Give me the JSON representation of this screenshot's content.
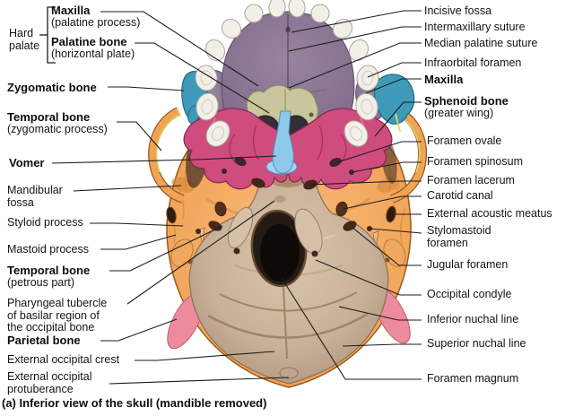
{
  "figure": {
    "caption": "(a) Inferior view of the skull (mandible removed)"
  },
  "labels": {
    "hard_palate_1": "Hard",
    "hard_palate_2": "palate",
    "maxilla_left": "Maxilla",
    "maxilla_left_sub": "(palatine process)",
    "palatine_bone": "Palatine bone",
    "palatine_bone_sub": "(horizontal plate)",
    "zygomatic_bone": "Zygomatic bone",
    "temporal_zyg": "Temporal bone",
    "temporal_zyg_sub": "(zygomatic process)",
    "vomer": "Vomer",
    "mandibular_1": "Mandibular",
    "mandibular_2": "fossa",
    "styloid": "Styloid process",
    "mastoid": "Mastoid process",
    "temporal_pet": "Temporal bone",
    "temporal_pet_sub": "(petrous part)",
    "pharyngeal_1": "Pharyngeal tubercle",
    "pharyngeal_2": "of basilar region of",
    "pharyngeal_3": "the occipital bone",
    "parietal": "Parietal bone",
    "eo_crest": "External occipital crest",
    "eop_1": "External occipital",
    "eop_2": "protuberance",
    "incisive": "Incisive fossa",
    "intermaxillary": "Intermaxillary suture",
    "median_palatine": "Median palatine suture",
    "infraorbital": "Infraorbital foramen",
    "maxilla_right": "Maxilla",
    "sphenoid": "Sphenoid bone",
    "sphenoid_sub": "(greater wing)",
    "f_ovale": "Foramen ovale",
    "f_spinosum": "Foramen spinosum",
    "f_lacerum": "Foramen lacerum",
    "carotid": "Carotid canal",
    "eam": "External acoustic meatus",
    "stylomastoid_1": "Stylomastoid",
    "stylomastoid_2": "foramen",
    "jugular": "Jugular foramen",
    "occipital_condyle": "Occipital condyle",
    "inf_nuchal": "Inferior nuchal line",
    "sup_nuchal": "Superior nuchal line",
    "f_magnum": "Foramen magnum"
  },
  "colors": {
    "maxilla_palate": "#867093",
    "palatine_bone": "#c8c69c",
    "zygomatic_bone": "#3e9ab8",
    "sphenoid_bone": "#cf4d7e",
    "vomer_bone": "#8ec9ea",
    "temporal_bone": "#f2a85c",
    "occipital_bone": "#c9b199",
    "parietal_bone": "#ec8b9b",
    "teeth": "#f2efe8",
    "background": "#ffffff"
  }
}
